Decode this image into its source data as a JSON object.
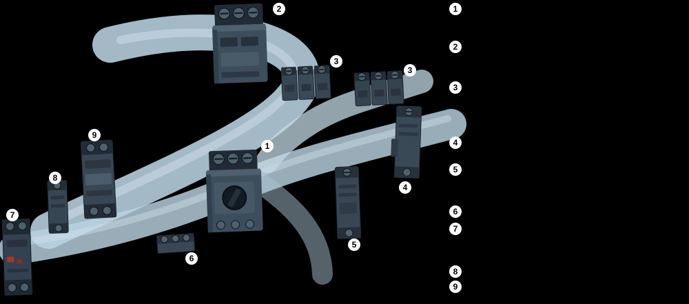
{
  "diagram": {
    "background_color": "#000000",
    "ribbon_color": "#b9d3e0",
    "ribbon_highlight_color": "#d6e5ee",
    "component_body_color": "#3d4d5c",
    "callout_circle_color": "#ffffff",
    "callout_text_color": "#000000",
    "callouts": [
      {
        "number": "2",
        "component": "motor-starter-protector-large"
      },
      {
        "number": "3",
        "component": "infeed-terminal-block-a"
      },
      {
        "number": "3",
        "component": "infeed-terminal-block-b"
      },
      {
        "number": "9",
        "component": "contactor"
      },
      {
        "number": "1",
        "component": "motor-starter-protector-main"
      },
      {
        "number": "8",
        "component": "signaling-switch"
      },
      {
        "number": "4",
        "component": "side-mounted-auxiliary-switch"
      },
      {
        "number": "7",
        "component": "release-module"
      },
      {
        "number": "5",
        "component": "front-auxiliary-switch"
      },
      {
        "number": "6",
        "component": "terminal-block"
      }
    ],
    "legend": [
      {
        "number": "1"
      },
      {
        "number": "2"
      },
      {
        "number": "3"
      },
      {
        "number": "4"
      },
      {
        "number": "5"
      },
      {
        "number": "6"
      },
      {
        "number": "7"
      },
      {
        "number": "8"
      },
      {
        "number": "9"
      }
    ]
  }
}
